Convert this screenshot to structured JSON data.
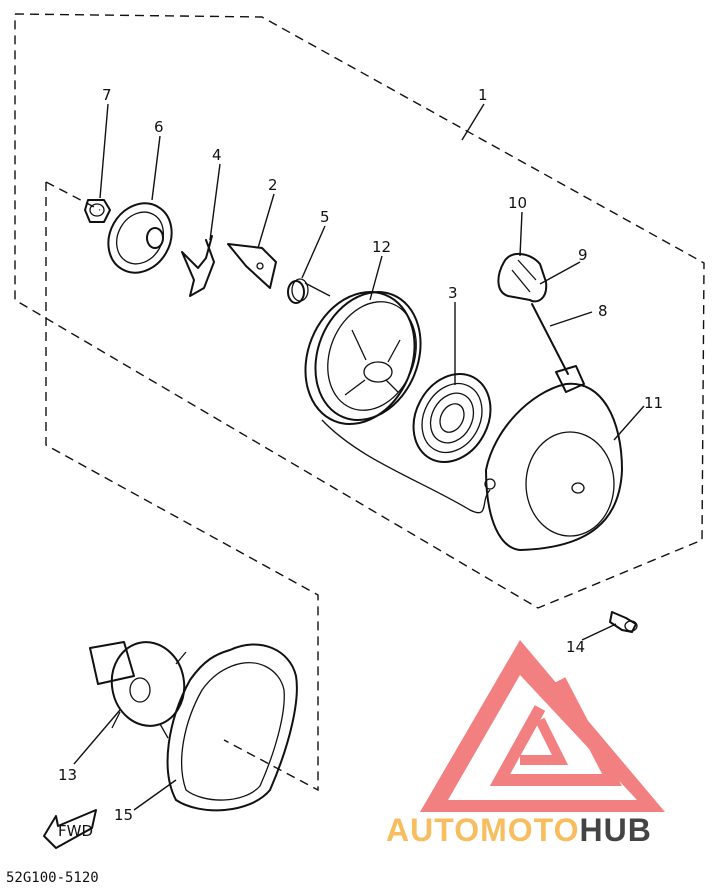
{
  "callouts": {
    "c1": "1",
    "c2": "2",
    "c3": "3",
    "c4": "4",
    "c5": "5",
    "c6": "6",
    "c7": "7",
    "c8": "8",
    "c9": "9",
    "c10": "10",
    "c11": "11",
    "c12": "12",
    "c13": "13",
    "c14": "14",
    "c15": "15"
  },
  "fwd_label": "FWD",
  "diagram_code": "52G100-5120",
  "watermark": {
    "part1": "AUTOMOTO",
    "part2": "HUB",
    "logo_color": "#f26b6b",
    "text_color_1": "#f7bd5f",
    "text_color_2": "#444444"
  }
}
